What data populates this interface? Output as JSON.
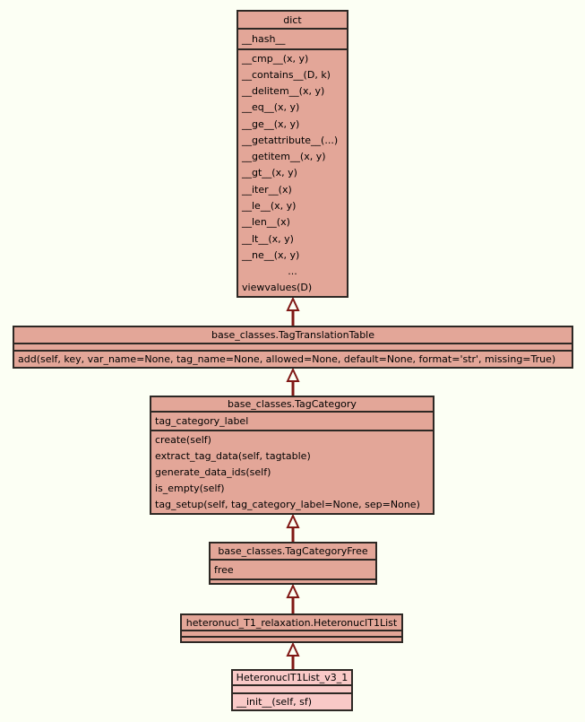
{
  "diagram": {
    "type": "uml-class-inheritance",
    "colors": {
      "background": "#fcfff4",
      "node_fill": "#e3a698",
      "node_fill_light": "#f9c9c7",
      "border": "#2d2824",
      "arrow": "#801815",
      "text": "#000000"
    },
    "classes": [
      {
        "title": "dict",
        "attributes": [
          "__hash__"
        ],
        "methods": [
          "__cmp__(x, y)",
          "__contains__(D, k)",
          "__delitem__(x, y)",
          "__eq__(x, y)",
          "__ge__(x, y)",
          "__getattribute__(...)",
          "__getitem__(x, y)",
          "__gt__(x, y)",
          "__iter__(x)",
          "__le__(x, y)",
          "__len__(x)",
          "__lt__(x, y)",
          "__ne__(x, y)",
          "...",
          "viewvalues(D)"
        ]
      },
      {
        "title": "base_classes.TagTranslationTable",
        "attributes": [],
        "methods": [
          "add(self, key, var_name=None, tag_name=None, allowed=None, default=None, format='str', missing=True)"
        ]
      },
      {
        "title": "base_classes.TagCategory",
        "attributes": [
          "tag_category_label"
        ],
        "methods": [
          "create(self)",
          "extract_tag_data(self, tagtable)",
          "generate_data_ids(self)",
          "is_empty(self)",
          "tag_setup(self, tag_category_label=None, sep=None)"
        ]
      },
      {
        "title": "base_classes.TagCategoryFree",
        "attributes": [
          "free"
        ],
        "methods": []
      },
      {
        "title": "heteronucl_T1_relaxation.HeteronuclT1List",
        "attributes": [],
        "methods": []
      },
      {
        "title": "HeteronuclT1List_v3_1",
        "attributes": [],
        "methods": [
          "__init__(self, sf)"
        ]
      }
    ],
    "edges": [
      {
        "from": "base_classes.TagTranslationTable",
        "to": "dict",
        "type": "inheritance"
      },
      {
        "from": "base_classes.TagCategory",
        "to": "base_classes.TagTranslationTable",
        "type": "inheritance"
      },
      {
        "from": "base_classes.TagCategoryFree",
        "to": "base_classes.TagCategory",
        "type": "inheritance"
      },
      {
        "from": "heteronucl_T1_relaxation.HeteronuclT1List",
        "to": "base_classes.TagCategoryFree",
        "type": "inheritance"
      },
      {
        "from": "HeteronuclT1List_v3_1",
        "to": "heteronucl_T1_relaxation.HeteronuclT1List",
        "type": "inheritance"
      }
    ]
  }
}
